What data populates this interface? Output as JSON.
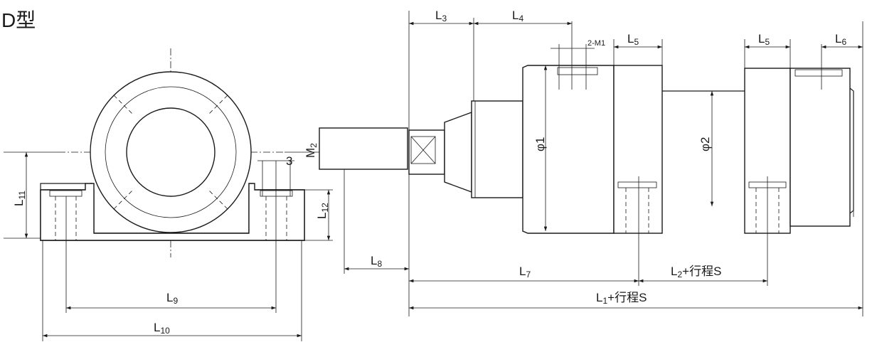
{
  "title": "D型",
  "labels": {
    "L1": {
      "base": "L",
      "sub": "1",
      "suffix": "+行程S"
    },
    "L2": {
      "base": "L",
      "sub": "2",
      "suffix": "+行程S"
    },
    "L3": {
      "base": "L",
      "sub": "3",
      "suffix": ""
    },
    "L4": {
      "base": "L",
      "sub": "4",
      "suffix": ""
    },
    "L5a": {
      "base": "L",
      "sub": "5",
      "suffix": ""
    },
    "L5b": {
      "base": "L",
      "sub": "5",
      "suffix": ""
    },
    "L6": {
      "base": "L",
      "sub": "6",
      "suffix": ""
    },
    "L7": {
      "base": "L",
      "sub": "7",
      "suffix": ""
    },
    "L8": {
      "base": "L",
      "sub": "8",
      "suffix": ""
    },
    "L9": {
      "base": "L",
      "sub": "9",
      "suffix": ""
    },
    "L10": {
      "base": "L",
      "sub": "10",
      "suffix": ""
    },
    "L11": {
      "base": "L",
      "sub": "11",
      "suffix": ""
    },
    "L12": {
      "base": "L",
      "sub": "12",
      "suffix": ""
    },
    "M2": {
      "base": "M",
      "sub": "2",
      "suffix": ""
    },
    "M1": "2-M1",
    "M3": "3",
    "phi1": "φ1",
    "phi2": "φ2"
  }
}
